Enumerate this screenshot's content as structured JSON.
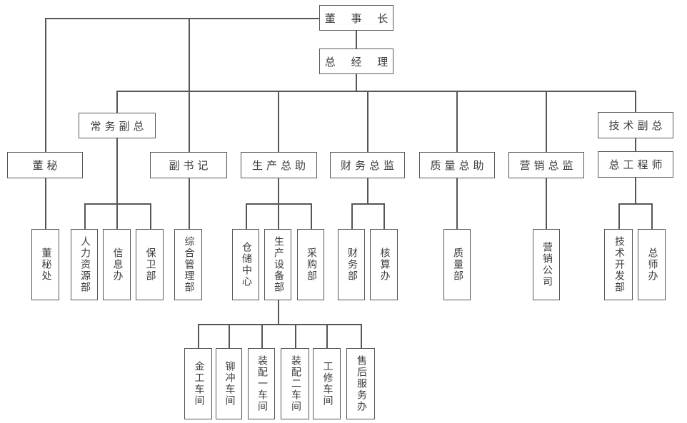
{
  "diagram": {
    "type": "org-chart",
    "nodes": {
      "chairman": {
        "label": "董 事 长"
      },
      "general_manager": {
        "label": "总 经 理"
      },
      "executive_vp": {
        "label": "常务副总"
      },
      "technical_vp": {
        "label": "技术副总"
      },
      "board_secretary": {
        "label": "董秘"
      },
      "deputy_party_secretary": {
        "label": "副书记"
      },
      "production_assistant": {
        "label": "生产总助"
      },
      "finance_director": {
        "label": "财务总监"
      },
      "quality_assistant": {
        "label": "质量总助"
      },
      "marketing_director": {
        "label": "营销总监"
      },
      "chief_engineer": {
        "label": "总工程师"
      },
      "board_secretary_office": {
        "label": "董秘处"
      },
      "hr_dept": {
        "label": "人力资源部"
      },
      "information_office": {
        "label": "信息办"
      },
      "security_dept": {
        "label": "保卫部"
      },
      "general_admin_dept": {
        "label": "综合管理部"
      },
      "warehouse_center": {
        "label": "仓储中心"
      },
      "production_equipment_dept": {
        "label": "生产设备部"
      },
      "purchasing_dept": {
        "label": "采购部"
      },
      "finance_dept": {
        "label": "财务部"
      },
      "accounting_office": {
        "label": "核算办"
      },
      "quality_dept": {
        "label": "质量部"
      },
      "marketing_company": {
        "label": "营销公司"
      },
      "tech_dev_dept": {
        "label": "技术开发部"
      },
      "chief_engineer_office": {
        "label": "总师办"
      },
      "metalworking_workshop": {
        "label": "金工车间"
      },
      "riveting_stamping_workshop": {
        "label": "铆冲车间"
      },
      "assembly_workshop_1": {
        "label": "装配一车间"
      },
      "assembly_workshop_2": {
        "label": "装配二车间"
      },
      "maintenance_workshop": {
        "label": "工修车间"
      },
      "after_sales_service_office": {
        "label": "售后服务办"
      }
    },
    "edges": [
      [
        "chairman",
        "general_manager"
      ],
      [
        "chairman",
        "board_secretary"
      ],
      [
        "chairman",
        "deputy_party_secretary"
      ],
      [
        "general_manager",
        "executive_vp"
      ],
      [
        "general_manager",
        "production_assistant"
      ],
      [
        "general_manager",
        "finance_director"
      ],
      [
        "general_manager",
        "quality_assistant"
      ],
      [
        "general_manager",
        "marketing_director"
      ],
      [
        "general_manager",
        "technical_vp"
      ],
      [
        "board_secretary",
        "board_secretary_office"
      ],
      [
        "executive_vp",
        "hr_dept"
      ],
      [
        "executive_vp",
        "information_office"
      ],
      [
        "executive_vp",
        "security_dept"
      ],
      [
        "deputy_party_secretary",
        "general_admin_dept"
      ],
      [
        "production_assistant",
        "warehouse_center"
      ],
      [
        "production_assistant",
        "production_equipment_dept"
      ],
      [
        "production_assistant",
        "purchasing_dept"
      ],
      [
        "finance_director",
        "finance_dept"
      ],
      [
        "finance_director",
        "accounting_office"
      ],
      [
        "quality_assistant",
        "quality_dept"
      ],
      [
        "marketing_director",
        "marketing_company"
      ],
      [
        "technical_vp",
        "chief_engineer"
      ],
      [
        "chief_engineer",
        "tech_dev_dept"
      ],
      [
        "chief_engineer",
        "chief_engineer_office"
      ],
      [
        "production_equipment_dept",
        "metalworking_workshop"
      ],
      [
        "production_equipment_dept",
        "riveting_stamping_workshop"
      ],
      [
        "production_equipment_dept",
        "assembly_workshop_1"
      ],
      [
        "production_equipment_dept",
        "assembly_workshop_2"
      ],
      [
        "production_equipment_dept",
        "maintenance_workshop"
      ],
      [
        "production_equipment_dept",
        "after_sales_service_office"
      ]
    ],
    "colors": {
      "line": "#565656",
      "text": "#3a3a3a",
      "background": "#ffffff"
    }
  }
}
